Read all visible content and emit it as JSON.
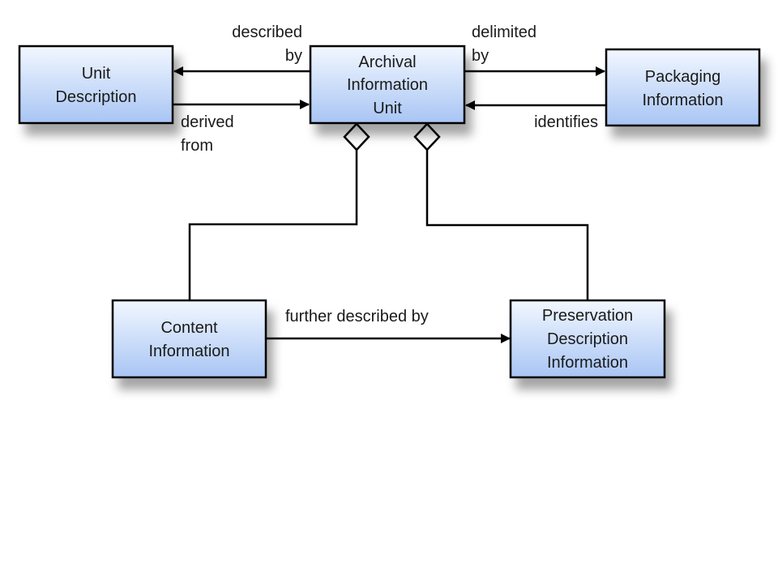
{
  "nodes": {
    "unit_description": {
      "lines": [
        "Unit",
        "Description"
      ]
    },
    "archival_information_unit": {
      "lines": [
        "Archival",
        "Information",
        "Unit"
      ]
    },
    "packaging_information": {
      "lines": [
        "Packaging",
        "Information"
      ]
    },
    "content_information": {
      "lines": [
        "Content",
        "Information"
      ]
    },
    "preservation_description_information": {
      "lines": [
        "Preservation",
        "Description",
        "Information"
      ]
    }
  },
  "edges": {
    "described_by": {
      "lines": [
        "described",
        "by"
      ]
    },
    "derived_from": {
      "lines": [
        "derived",
        "from"
      ]
    },
    "delimited_by": {
      "lines": [
        "delimited",
        "by"
      ]
    },
    "identifies": {
      "lines": [
        "identifies"
      ]
    },
    "further_described_by": {
      "lines": [
        "further described by"
      ]
    }
  },
  "colors": {
    "box_top": "#eef4fe",
    "box_bottom": "#a9c6f5",
    "stroke": "#000000",
    "text": "#1a1a1a"
  }
}
